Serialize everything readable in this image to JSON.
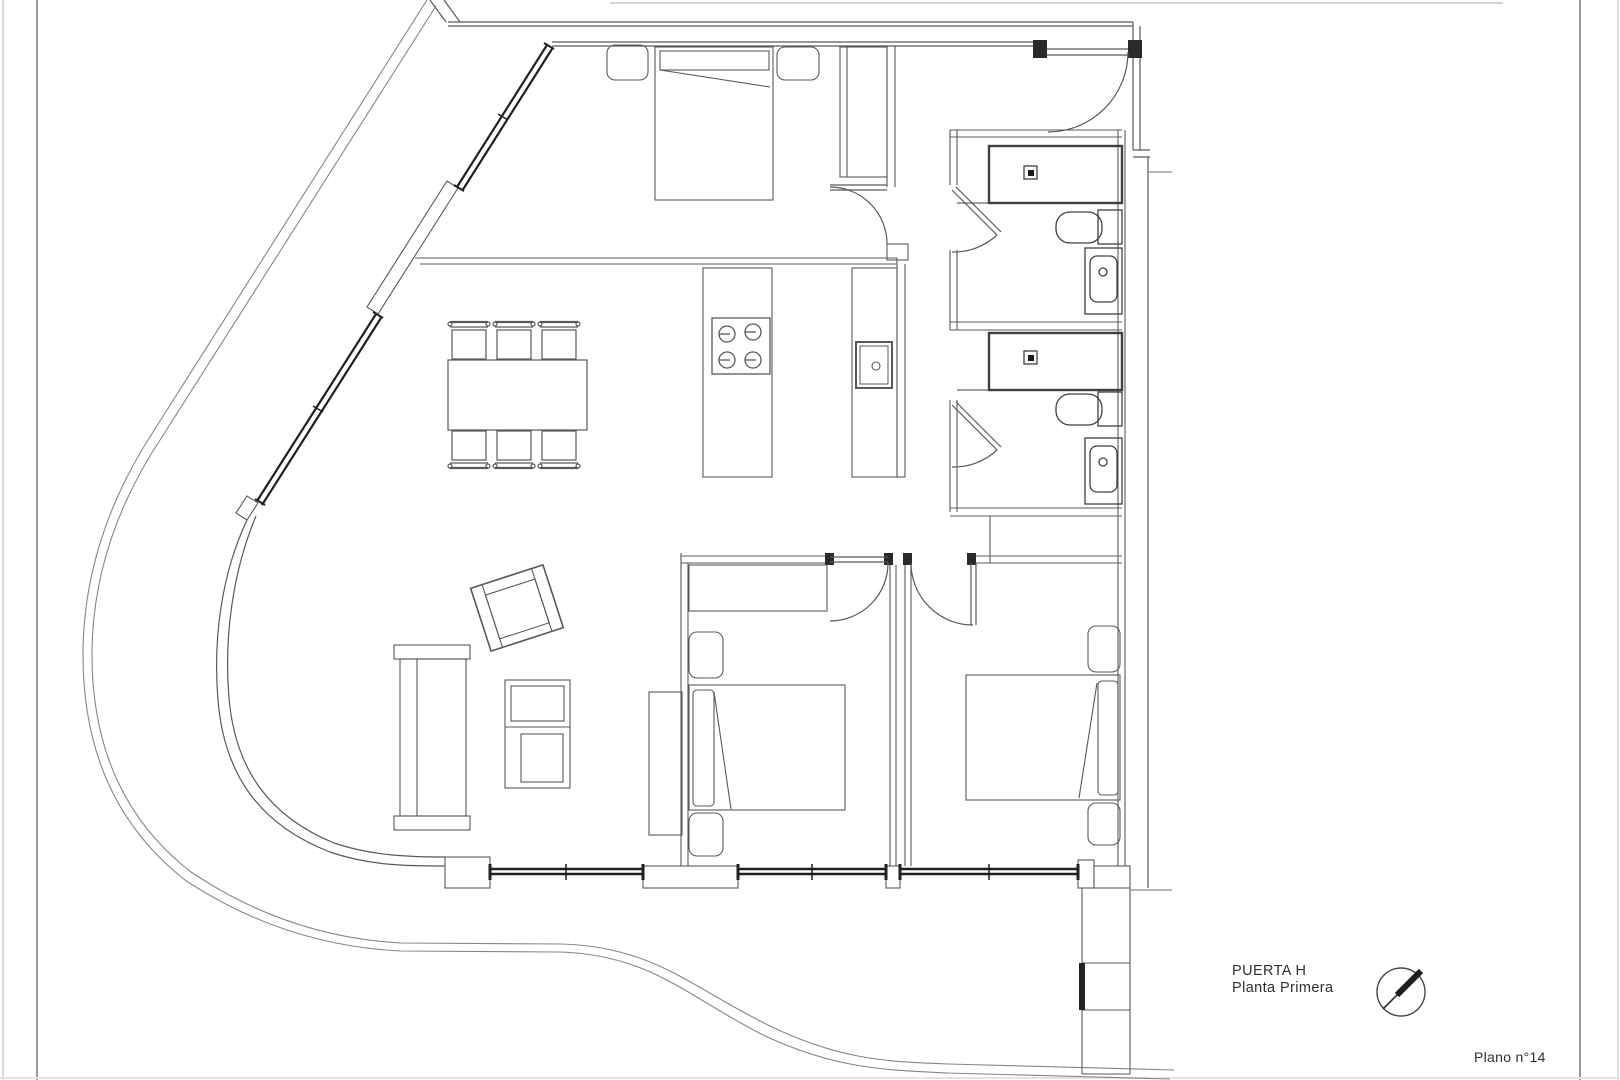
{
  "sheet": {
    "title": {
      "line1": "PUERTA H",
      "line2": "Planta Primera"
    },
    "plan_number": "Plano n°14",
    "compass_icon": "north-arrow-icon"
  },
  "style": {
    "paper_color": "#ffffff",
    "line_color": "#58595b",
    "glazing_color": "#231f20",
    "balustrade_color": "#84878a",
    "frame_color": "#9a9a9a",
    "text_color": "#2f3033"
  },
  "floor_plan": {
    "rooms": [
      {
        "id": "bedroom-1",
        "furniture": [
          "double-bed",
          "nightstand-left",
          "nightstand-right",
          "wardrobe"
        ],
        "door": "swing-door"
      },
      {
        "id": "entry-hall",
        "door": "entry-swing-door"
      },
      {
        "id": "kitchen",
        "fixtures": [
          "island-with-cooktop",
          "counter-with-sink"
        ]
      },
      {
        "id": "dining-area",
        "furniture": [
          "rectangular-table",
          "chairs-x6"
        ]
      },
      {
        "id": "living-room",
        "furniture": [
          "sofa",
          "armchair",
          "tv-unit",
          "sideboard"
        ]
      },
      {
        "id": "bathroom-1",
        "fixtures": [
          "shower-tray",
          "toilet",
          "washbasin"
        ],
        "door": "swing-door"
      },
      {
        "id": "bathroom-2",
        "fixtures": [
          "shower-tray",
          "toilet",
          "washbasin"
        ],
        "door": "swing-door"
      },
      {
        "id": "bedroom-2",
        "furniture": [
          "double-bed",
          "nightstand-top",
          "nightstand-bottom",
          "wardrobe"
        ],
        "door": "swing-door"
      },
      {
        "id": "bedroom-3",
        "furniture": [
          "double-bed",
          "nightstand-top",
          "nightstand-bottom",
          "built-in-closet"
        ],
        "door": "swing-door"
      },
      {
        "id": "terrace",
        "features": [
          "curved-balustrade",
          "glazed-facade"
        ]
      },
      {
        "id": "service-shaft",
        "features": [
          "duct-window"
        ]
      }
    ],
    "window_count": 5
  }
}
